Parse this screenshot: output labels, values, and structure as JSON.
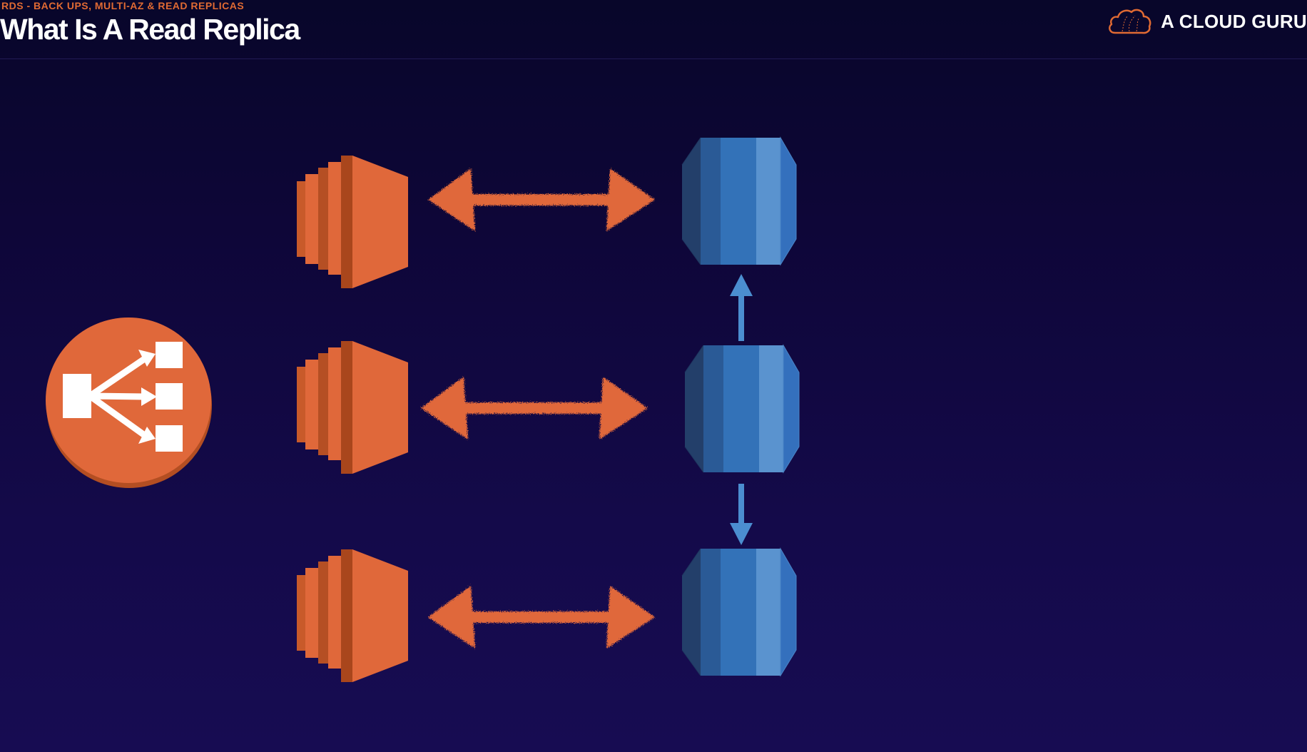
{
  "header": {
    "breadcrumb": "RDS - BACK UPS, MULTI-AZ & READ REPLICAS",
    "title": "What Is A Read Replica",
    "brand": "A CLOUD GURU"
  },
  "diagram": {
    "icons": {
      "load_balancer": "load-balancer-icon",
      "instance": "ec2-instance-icon",
      "database": "rds-database-icon",
      "two_way_arrow": "double-headed-arrow-icon",
      "replication_arrow": "arrow-icon"
    },
    "colors": {
      "orange": "#e0683a",
      "orange_dark": "#b54f24",
      "blue": "#3372b8",
      "blue_light": "#5a93cf",
      "blue_dark": "#2a5a96",
      "arrow_blue": "#4b8ed0"
    }
  }
}
